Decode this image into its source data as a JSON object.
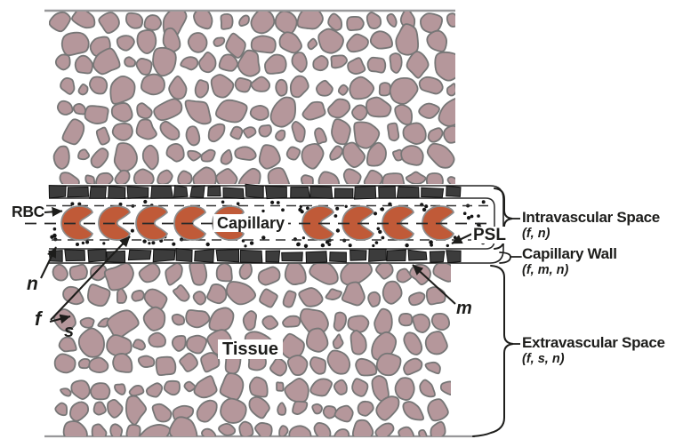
{
  "labels": {
    "rbc": "RBC",
    "capillary": "Capillary",
    "psl": "PSL",
    "tissue": "Tissue",
    "n": "n",
    "f": "f",
    "s": "s",
    "m": "m"
  },
  "annotations": {
    "intravascular": {
      "title": "Intravascular Space",
      "params": "(f, n)"
    },
    "capillary_wall": {
      "title": "Capillary Wall",
      "params": "(f, m, n)"
    },
    "extravascular": {
      "title": "Extravascular Space",
      "params": "(f, s, n)"
    }
  },
  "colors": {
    "background": "#ffffff",
    "tissue_cell_fill": "#b5979b",
    "tissue_cell_stroke": "#767676",
    "rbc_fill": "#c05a38",
    "rbc_stroke": "#8c8c8c",
    "capillary_wall_fill": "#3c3c3c",
    "capillary_wall_stroke": "#101010",
    "plasma_dot": "#151515",
    "dash_line": "#333333",
    "ink": "#1d1d1b",
    "boundary_line": "#98989a"
  }
}
